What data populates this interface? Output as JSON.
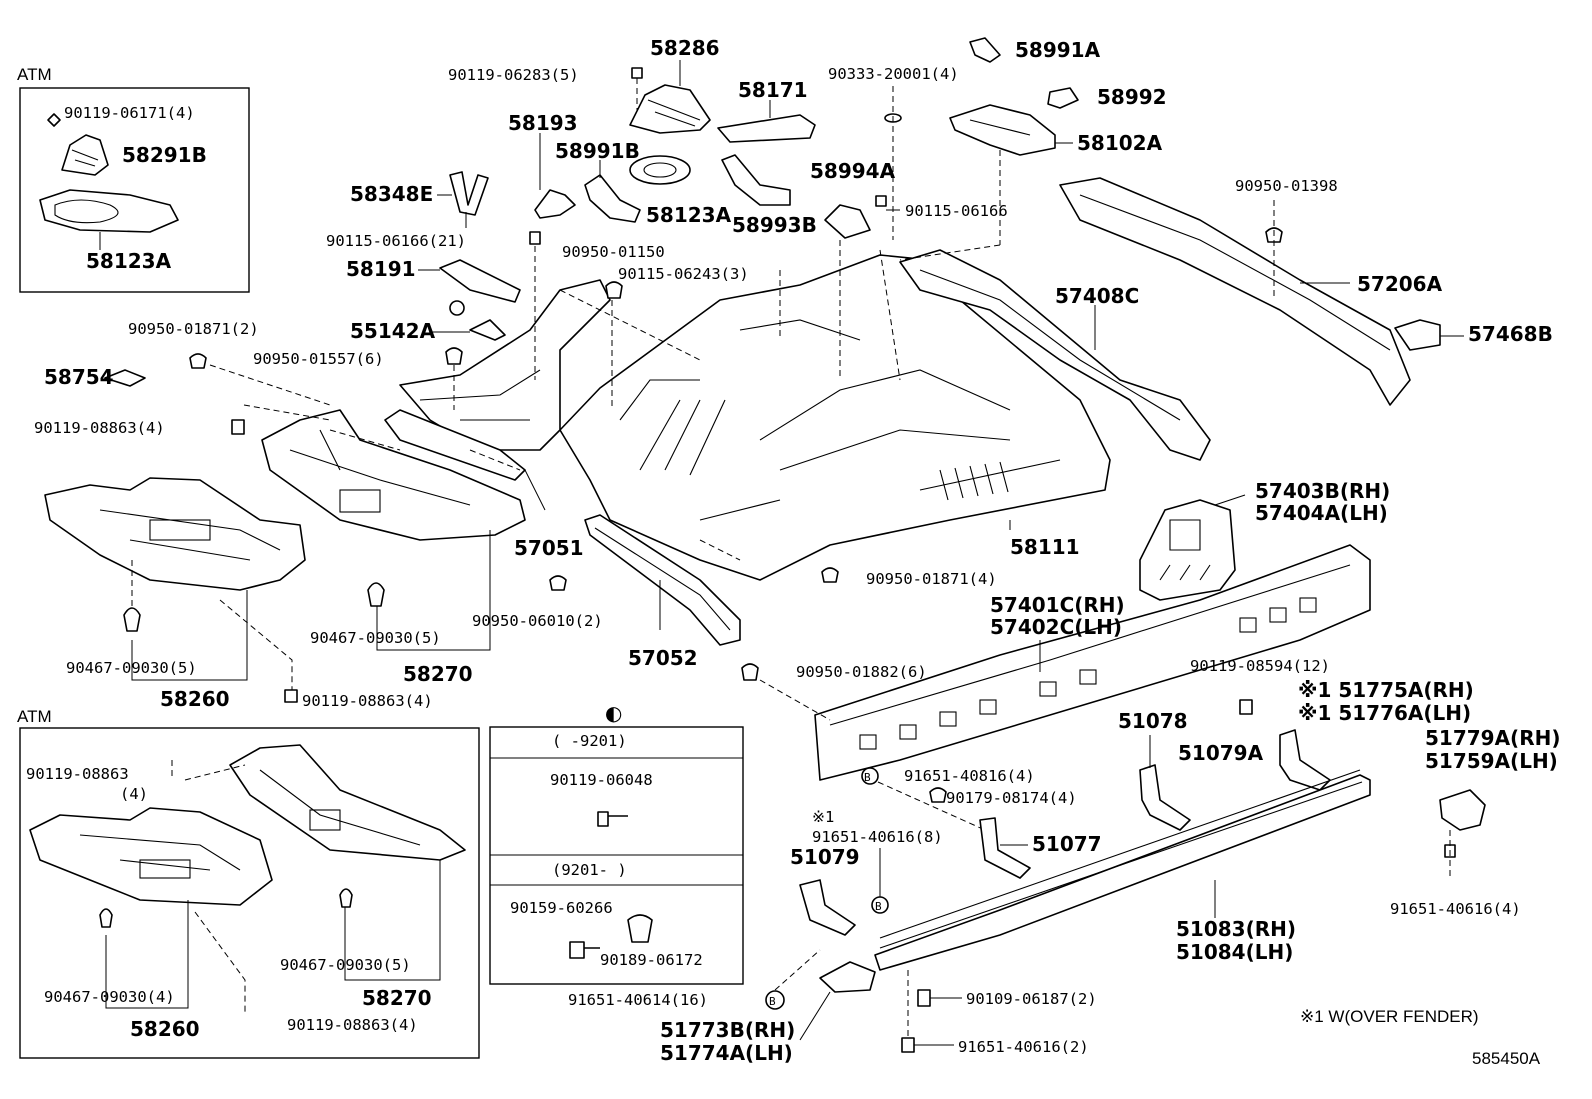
{
  "labels": {
    "atm_top": "ATM",
    "atm_bottom": "ATM",
    "p58286": "58286",
    "p90119_06283": "90119-06283(5)",
    "p58991A": "58991A",
    "p90333": "90333-20001(4)",
    "p58992": "58992",
    "p58171": "58171",
    "p58193": "58193",
    "p58991B": "58991B",
    "p58102A": "58102A",
    "p58348E": "58348E",
    "p58123A_mid": "58123A",
    "p58993B": "58993B",
    "p58994A": "58994A",
    "p90115_06166_r": "90115-06166",
    "p90950_01398": "90950-01398",
    "p90115_06166_21": "90115-06166(21)",
    "p90950_01150": "90950-01150",
    "p90115_06243": "90115-06243(3)",
    "p58191": "58191",
    "p57408C": "57408C",
    "p57206A": "57206A",
    "p90950_01871_2": "90950-01871(2)",
    "p55142A": "55142A",
    "p57468B": "57468B",
    "p58754": "58754",
    "p90950_01557": "90950-01557(6)",
    "p90119_08863_a": "90119-08863(4)",
    "p57051": "57051",
    "p58111": "58111",
    "p57403B": "57403B(RH)",
    "p57404A": "57404A(LH)",
    "p90950_01871_4": "90950-01871(4)",
    "p57401C": "57401C(RH)",
    "p57402C": "57402C(LH)",
    "p90467_a": "90467-09030(5)",
    "p90950_06010": "90950-06010(2)",
    "p90467_b": "90467-09030(5)",
    "p58270_a": "58270",
    "p57052": "57052",
    "p58260_a": "58260",
    "p90119_08863_b": "90119-08863(4)",
    "p90950_01882": "90950-01882(6)",
    "p90119_08594": "90119-08594(12)",
    "p51775A": "※1 51775A(RH)",
    "p51776A": "※1 51776A(LH)",
    "p51078": "51078",
    "p51079A": "51079A",
    "p51779A": "51779A(RH)",
    "p51759A": "51759A(LH)",
    "p91651_40816": "91651-40816(4)",
    "p90179_08174": "90179-08174(4)",
    "p51077": "51077",
    "note1_mark": "※1",
    "p91651_40616_8": "91651-40616(8)",
    "p51079": "51079",
    "p91651_40616_4": "91651-40616(4)",
    "p51083": "51083(RH)",
    "p51084": "51084(LH)",
    "p91651_40614": "91651-40614(16)",
    "p90109_06187": "90109-06187(2)",
    "footnote": "※1 W(OVER FENDER)",
    "p51773B": "51773B(RH)",
    "p51774A": "51774A(LH)",
    "p91651_40616_2": "91651-40616(2)",
    "diagram_code": "585450A",
    "atm_box1_p90119_06171": "90119-06171(4)",
    "atm_box1_p58291B": "58291B",
    "atm_box1_p58123A": "58123A",
    "atm_box2_p90119_08863": "90119-08863",
    "atm_box2_qty": "(4)",
    "atm_box2_p90467_a": "90467-09030(5)",
    "atm_box2_p58270": "58270",
    "atm_box2_p90467_b": "90467-09030(4)",
    "atm_box2_p58260": "58260",
    "atm_box2_p90119_08863_b": "90119-08863(4)",
    "table_symbol": "◐",
    "table_row1": "(      -9201)",
    "table_part1": "90119-06048",
    "table_row2": "(9201-      )",
    "table_part2": "90159-60266",
    "table_part3": "90189-06172",
    "b_mark": "B"
  }
}
